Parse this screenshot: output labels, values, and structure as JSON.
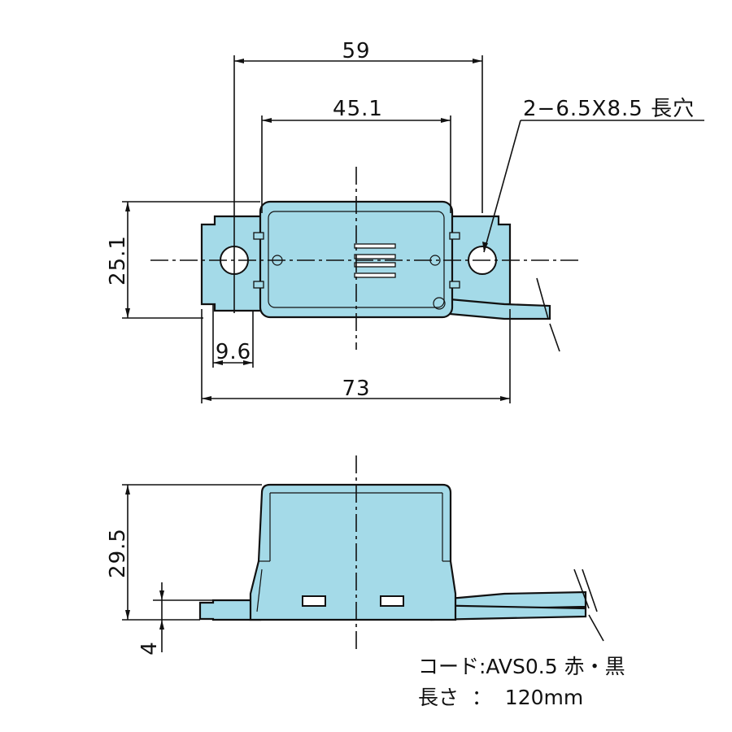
{
  "dimensions": {
    "overall_hole_pitch": "59",
    "body_width": "45.1",
    "body_height": "25.1",
    "flange_offset": "9.6",
    "overall_length": "73",
    "total_height": "29.5",
    "flange_thickness": "4"
  },
  "callout": {
    "slot_spec": "2−6.5X8.5 長穴"
  },
  "notes": {
    "cord": "コード:AVS0.5 赤・黒",
    "length": "長さ  ：  120mm"
  },
  "colors": {
    "body_fill": "#a4dae8",
    "line": "#111111"
  }
}
